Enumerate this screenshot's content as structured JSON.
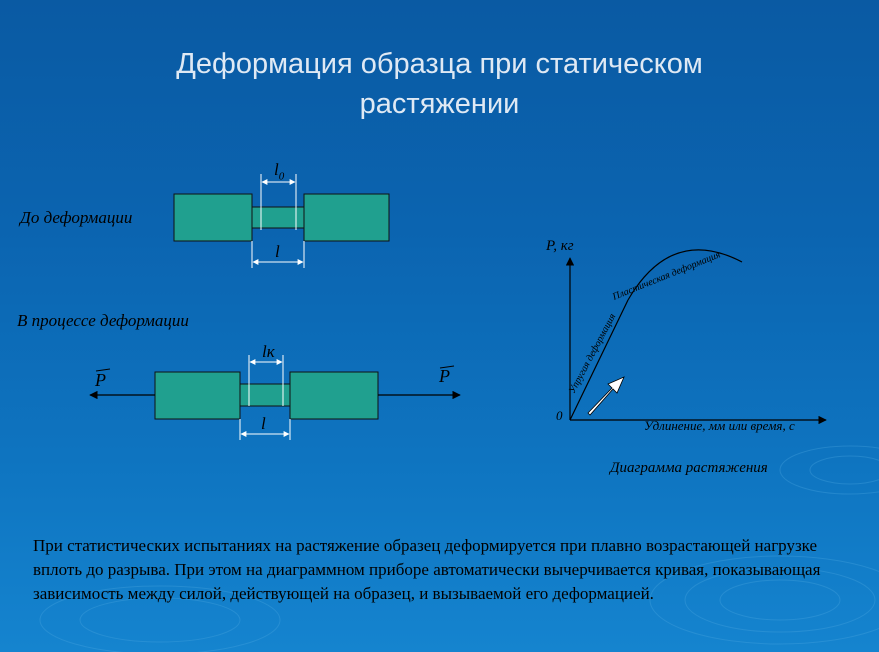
{
  "title_line1": "Деформация образца при статическом",
  "title_line2": "растяжении",
  "before": {
    "caption": "До деформации",
    "l0_label": "l",
    "l0_sub": "0",
    "l_label": "l"
  },
  "during": {
    "caption": "В процессе деформации",
    "lk_label": "lк",
    "l_label": "l",
    "force_left": "P",
    "force_right": "P"
  },
  "diagram": {
    "y_axis_label": "P, кг",
    "x_axis_label": "Удлинение, мм или время, с",
    "origin_label": "0",
    "elastic_label": "Упругая деформация",
    "plastic_label": "Пластическая деформация",
    "caption": "Диаграмма растяжения"
  },
  "description": "При статистических испытаниях на растяжение образец деформируется при плавно возрастающей нагрузке вплоть до разрыва. При этом на диаграммном приборе автоматически вычерчивается кривая, показывающая зависимость между силой, действующей на образец, и вызываемой его деформацией.",
  "colors": {
    "specimen_fill": "#20a08f",
    "background_top": "#0a5aa3",
    "background_bottom": "#1584cf"
  }
}
